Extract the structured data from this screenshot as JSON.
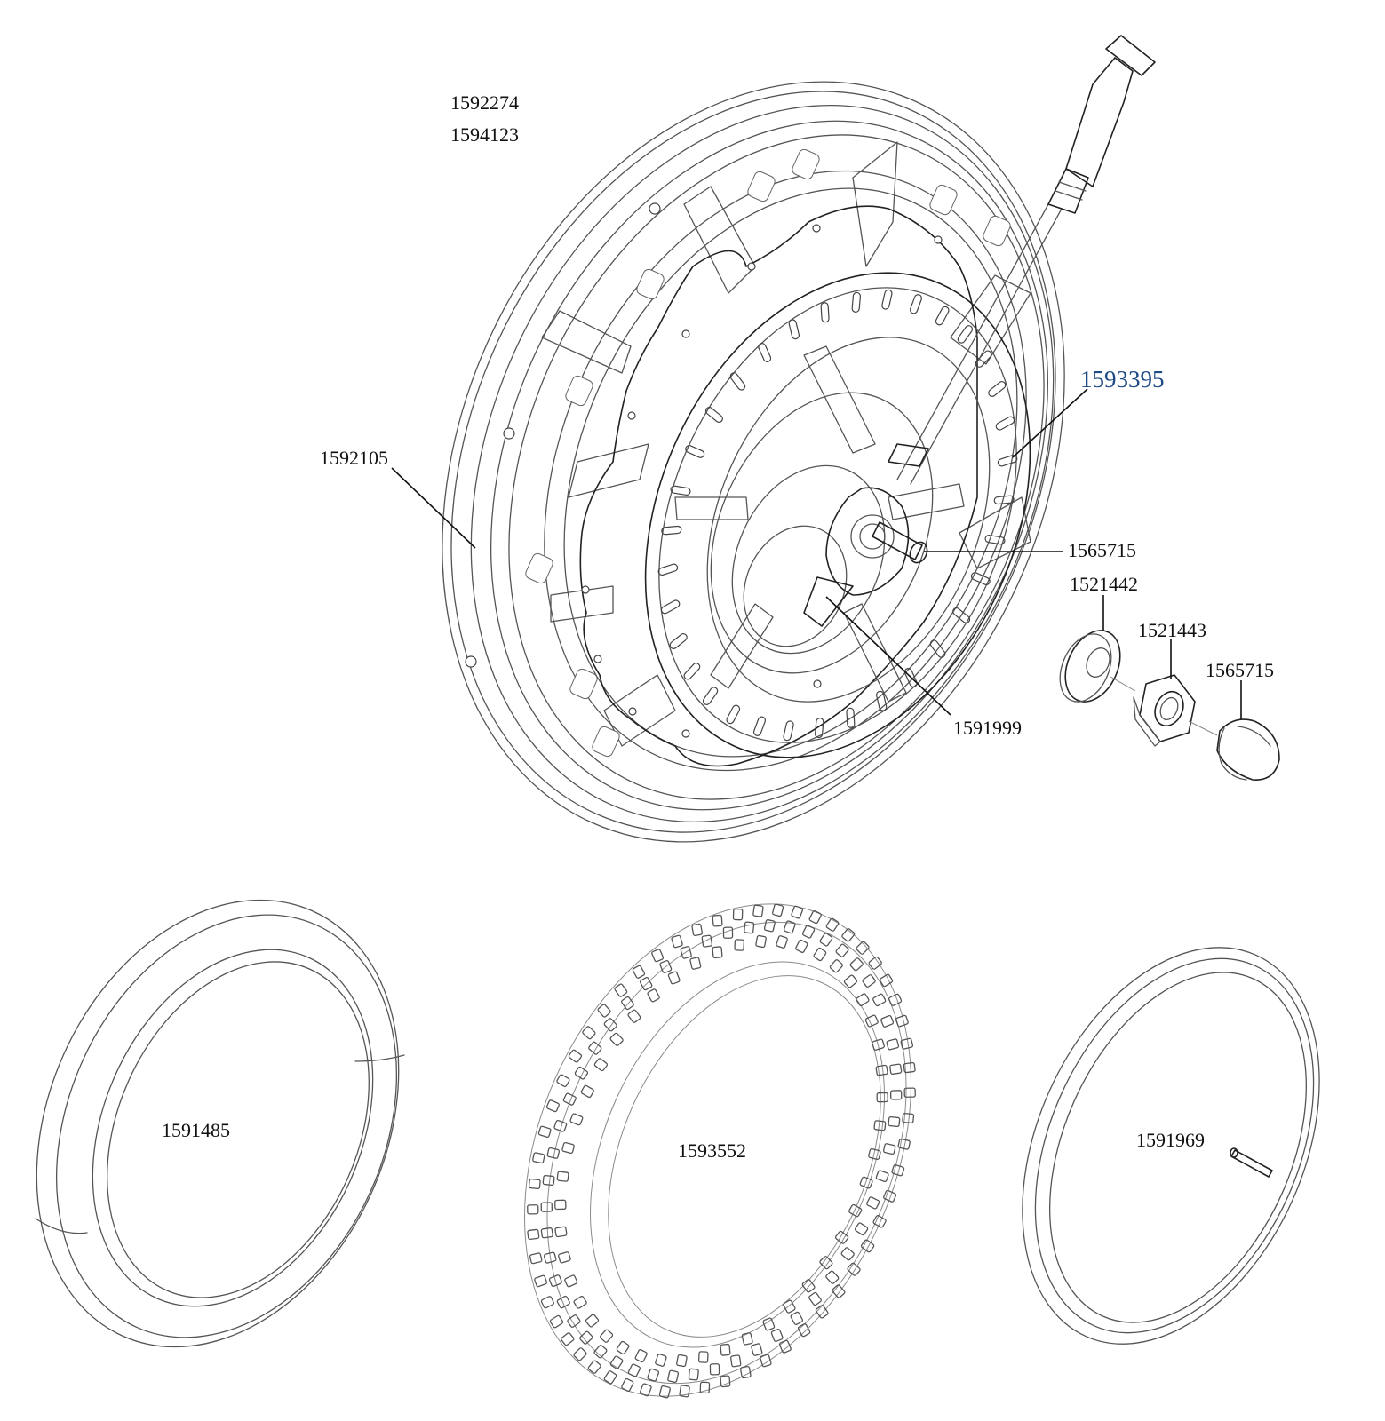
{
  "diagram": {
    "labels": [
      {
        "id": "label-1592274",
        "text": "1592274"
      },
      {
        "id": "label-1594123",
        "text": "1594123"
      },
      {
        "id": "label-1593395",
        "text": "1593395",
        "color": "#1f4a86"
      },
      {
        "id": "label-1592105",
        "text": "1592105"
      },
      {
        "id": "label-1565715-axle",
        "text": "1565715"
      },
      {
        "id": "label-1521442",
        "text": "1521442"
      },
      {
        "id": "label-1521443",
        "text": "1521443"
      },
      {
        "id": "label-1565715-cap",
        "text": "1565715"
      },
      {
        "id": "label-1591999",
        "text": "1591999"
      },
      {
        "id": "label-1591485",
        "text": "1591485"
      },
      {
        "id": "label-1593552",
        "text": "1593552"
      },
      {
        "id": "label-1591969",
        "text": "1591969"
      }
    ],
    "colors": {
      "line": "#222222",
      "highlight": "#1f4a86",
      "background": "#ffffff"
    }
  }
}
